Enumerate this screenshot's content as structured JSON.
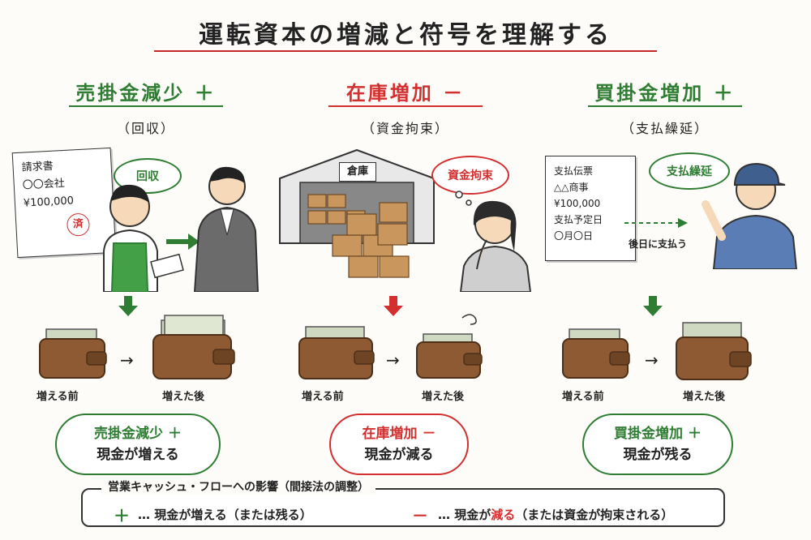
{
  "title": "運転資本の増減と符号を理解する",
  "columns": [
    {
      "heading": "売掛金減少 ＋",
      "sub": "（回収）",
      "color": "#2e7d32",
      "document": [
        "請求書",
        "〇〇会社",
        "¥100,000"
      ],
      "stamp": "済",
      "bubble": "回収",
      "wallet_before": "増える前",
      "wallet_after": "増えた後",
      "result_line1": "売掛金減少 ＋",
      "result_line2": "現金が増える"
    },
    {
      "heading": "在庫増加 －",
      "sub": "（資金拘束）",
      "color": "#d32f2f",
      "warehouse_sign": "倉庫",
      "bubble": "資金拘束",
      "wallet_before": "増える前",
      "wallet_after": "増えた後",
      "result_line1": "在庫増加 －",
      "result_line2": "現金が減る"
    },
    {
      "heading": "買掛金増加 ＋",
      "sub": "（支払繰延）",
      "color": "#2e7d32",
      "document": [
        "支払伝票",
        "△△商事",
        "¥100,000",
        "支払予定日",
        "〇月〇日"
      ],
      "arrow_caption": "後日に支払う",
      "bubble": "支払繰延",
      "wallet_before": "増える前",
      "wallet_after": "増えた後",
      "result_line1": "買掛金増加 ＋",
      "result_line2": "現金が残る"
    }
  ],
  "legend": {
    "title": "営業キャッシュ・フローへの影響（間接法の調整）",
    "plus_symbol": "＋",
    "plus_text": "… 現金が増える（または残る）",
    "minus_symbol": "－",
    "minus_text_a": "… 現金が",
    "minus_text_b": "減る",
    "minus_text_c": "（または資金が拘束される）"
  }
}
